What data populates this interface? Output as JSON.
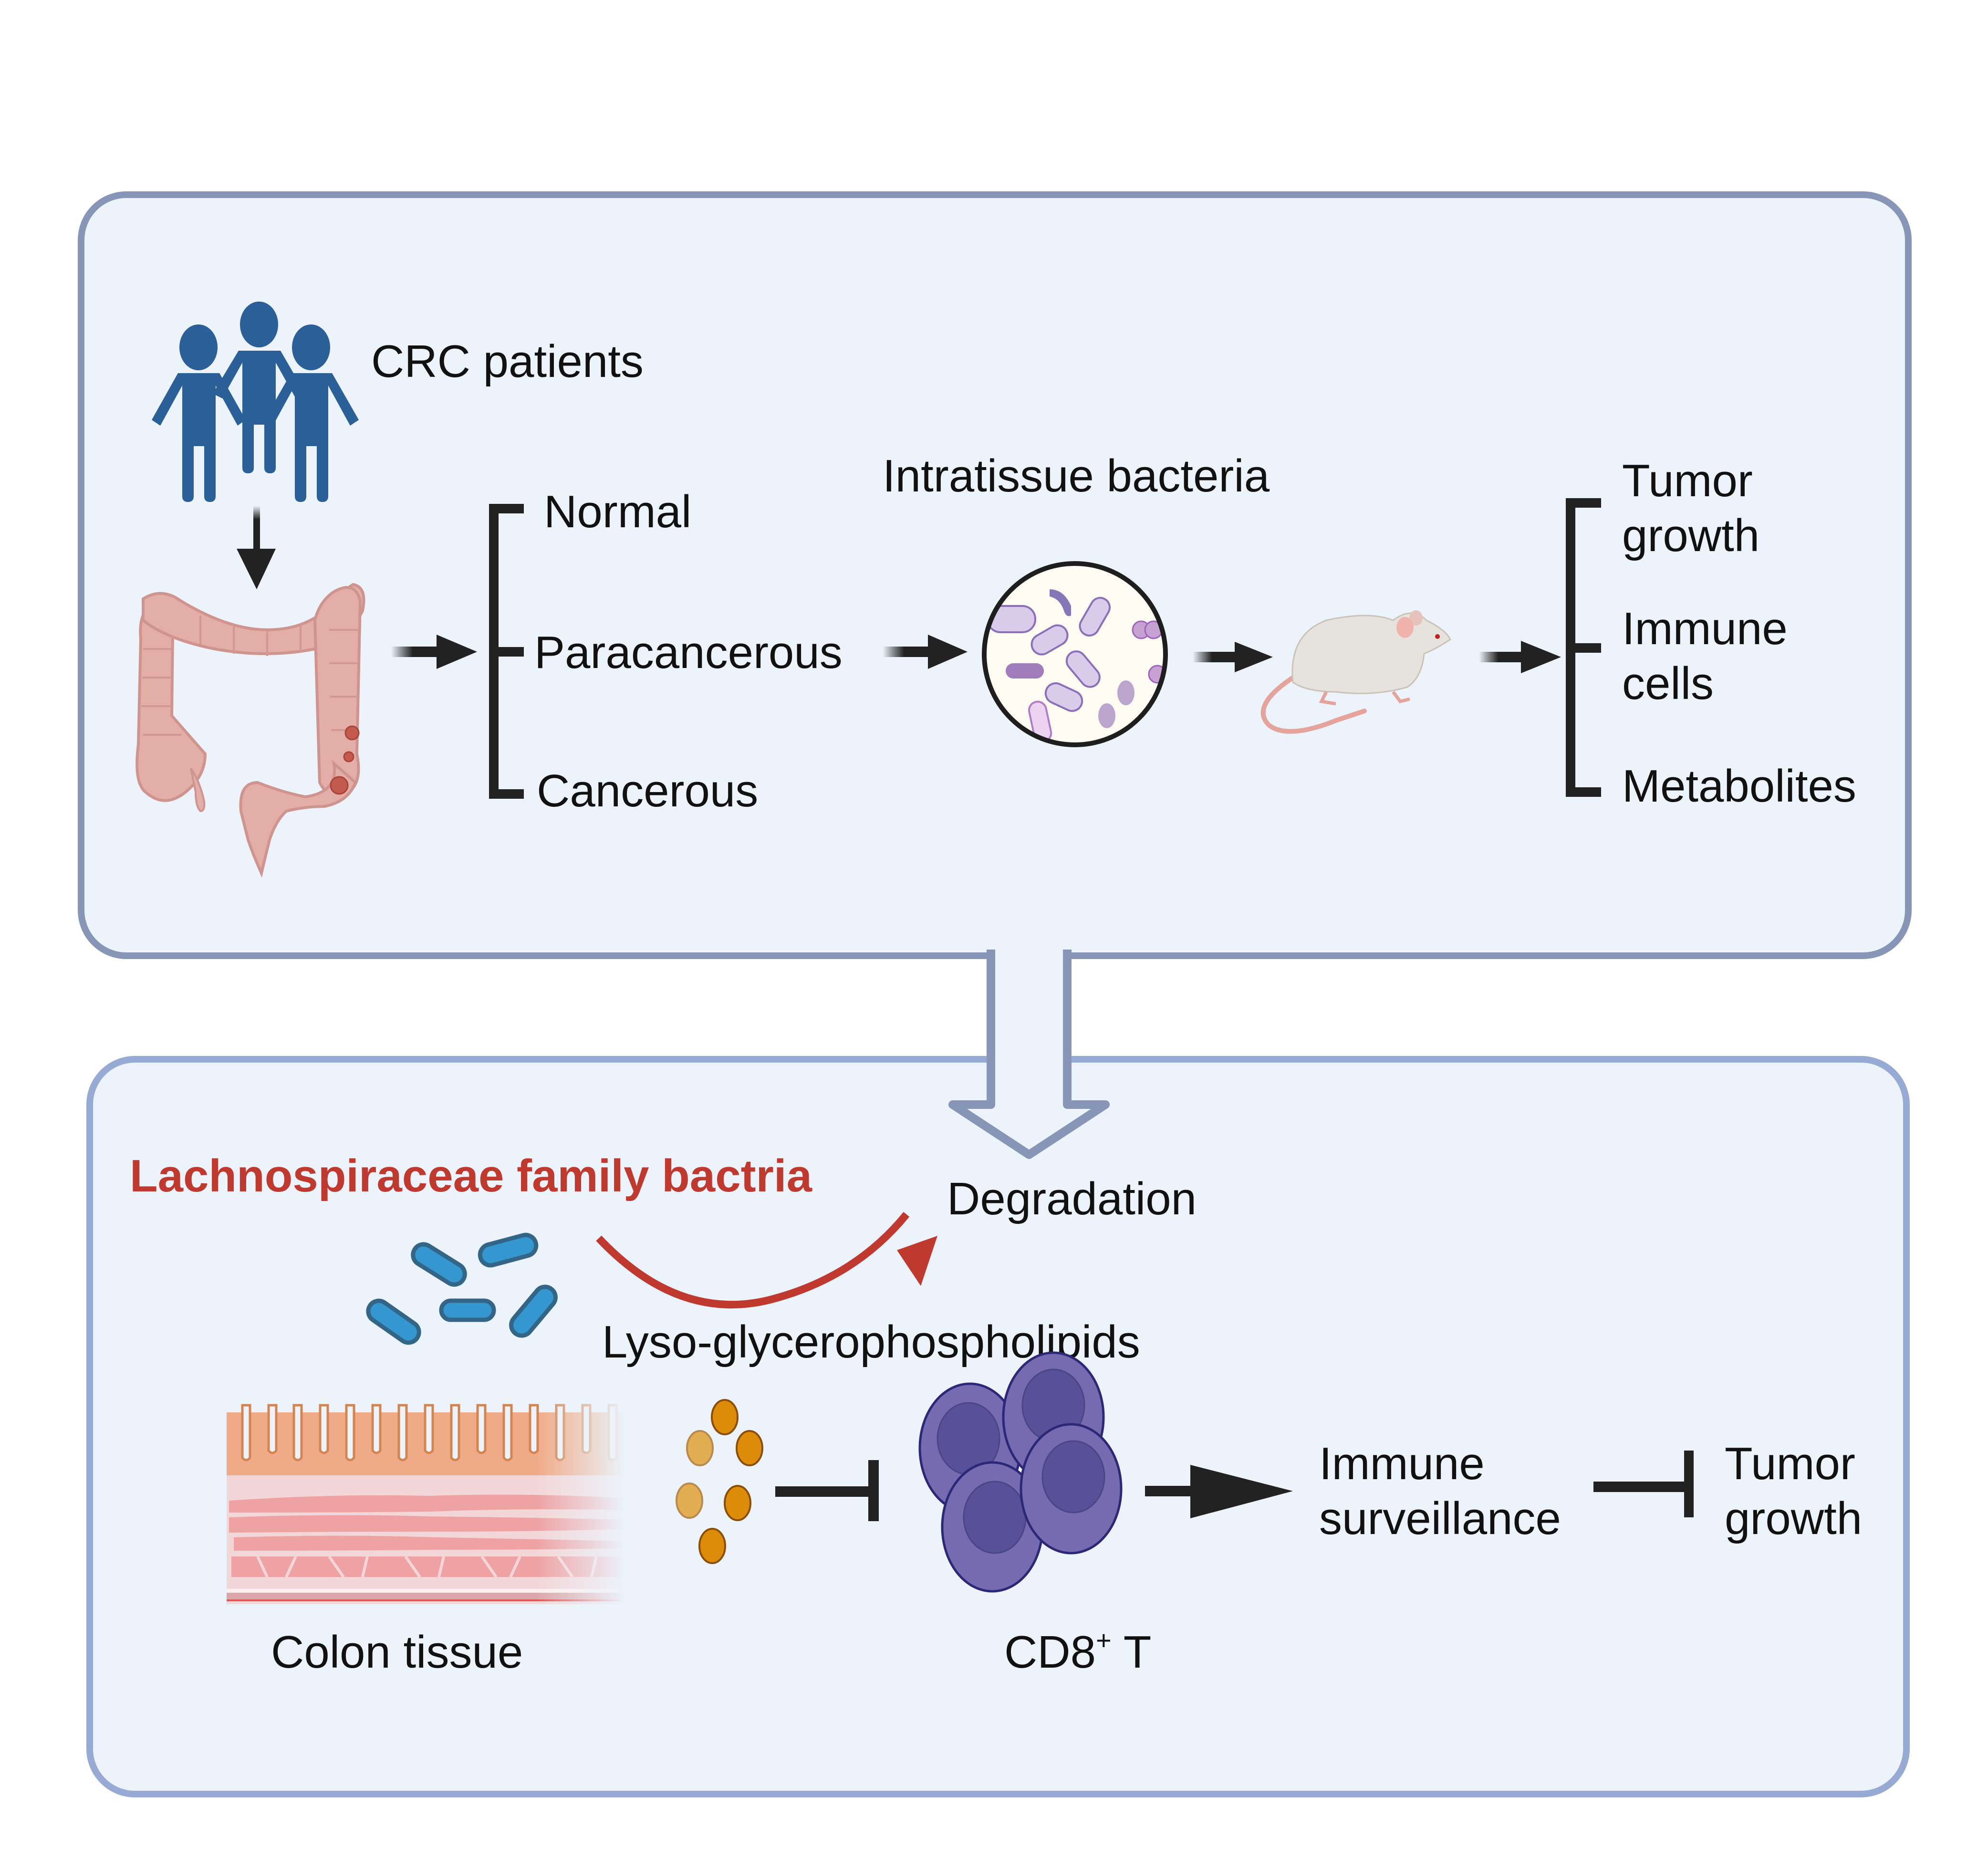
{
  "colors": {
    "panel_fill": "#ecf3fb",
    "panel_top_border": "#8795b7",
    "panel_bottom_border": "#97aad3",
    "arrow": "#222222",
    "highlight_red": "#c0392f",
    "patients_blue": "#2a5f97",
    "bacteria_blue": "#3497cf",
    "bacteria_blue_outline": "#336686",
    "tcell_purple": "#766bb1",
    "tcell_nucleus": "#58519a",
    "lipid_orange": "#dc8c08",
    "colon_pink": "#e3ada8"
  },
  "top_panel": {
    "patients_label": "CRC patients",
    "sample_types": [
      "Normal",
      "Paracancerous",
      "Cancerous"
    ],
    "bacteria_label": "Intratissue bacteria",
    "outcomes": [
      {
        "line1": "Tumor",
        "line2": "growth"
      },
      {
        "line1": "Immune",
        "line2": "cells"
      },
      {
        "line1": "Metabolites",
        "line2": ""
      }
    ],
    "icons": [
      "patients-icon",
      "colon-icon",
      "bacteria-microscope-icon",
      "mouse-icon"
    ]
  },
  "bottom_panel": {
    "bacteria_family_label": "Lachnospiraceae family bactria",
    "degradation_label": "Degradation",
    "lipid_label": "Lyso-glycerophospholipids",
    "tissue_label": "Colon tissue",
    "tcell_label_main": "CD8",
    "tcell_label_sup": "+",
    "tcell_label_suffix": " T",
    "surveillance_line1": "Immune",
    "surveillance_line2": "surveillance",
    "tumor_line1": "Tumor",
    "tumor_line2": "growth"
  }
}
